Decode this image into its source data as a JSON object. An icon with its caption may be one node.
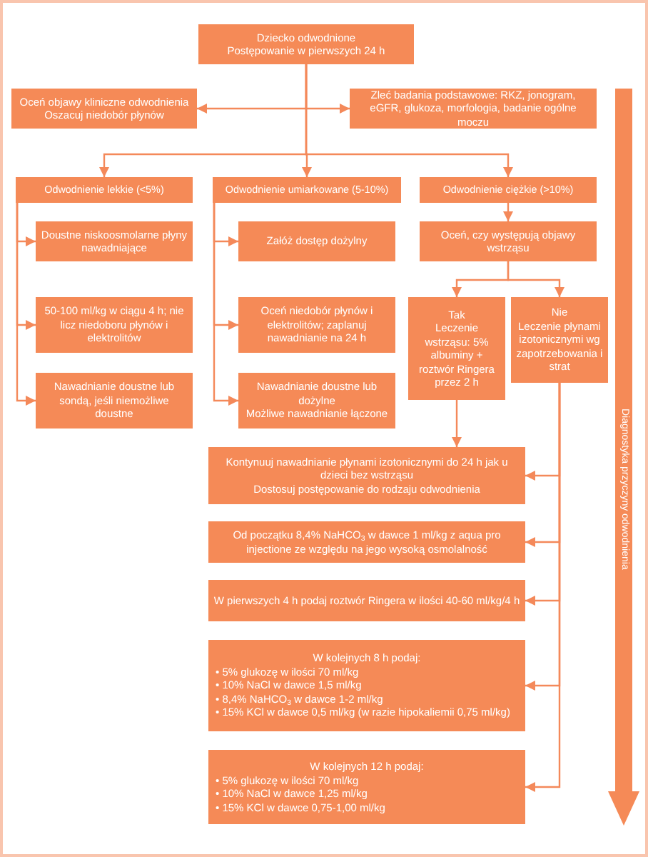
{
  "diagram": {
    "nodes": [
      {
        "text": [
          "Dziecko odwodnione",
          "Postępowanie w pierwszych 24 h"
        ]
      },
      {
        "text": [
          "Oceń objawy kliniczne odwodnienia",
          "Oszacuj niedobór płynów"
        ]
      },
      {
        "text": [
          "Zleć badania podstawowe: RKZ, jonogram, eGFR, glukoza, morfologia, badanie ogólne moczu"
        ]
      },
      {
        "text": [
          "Odwodnienie lekkie (<5%)"
        ]
      },
      {
        "text": [
          "Odwodnienie umiarkowane (5-10%)"
        ]
      },
      {
        "text": [
          "Odwodnienie ciężkie (>10%)"
        ]
      },
      {
        "text": [
          "Doustne niskoosmolarne płyny nawadniające"
        ]
      },
      {
        "text": [
          "50-100 ml/kg w ciągu 4 h; nie licz niedoboru płynów i elektrolitów"
        ]
      },
      {
        "text": [
          "Nawadnianie doustne lub sondą, jeśli niemożliwe doustne"
        ]
      },
      {
        "text": [
          "Załóż dostęp dożylny"
        ]
      },
      {
        "text": [
          "Oceń niedobór płynów i elektrolitów; zaplanuj nawadnianie na 24 h"
        ]
      },
      {
        "text": [
          "Nawadnianie doustne lub dożylne",
          "Możliwe nawadnianie łączone"
        ]
      },
      {
        "text": [
          "Oceń, czy występują objawy wstrząsu"
        ]
      },
      {
        "text": [
          "Tak",
          "Leczenie wstrząsu: 5% albuminy + roztwór Ringera przez 2 h"
        ]
      },
      {
        "text": [
          "Nie",
          "Leczenie płynami izotonicznymi wg zapotrzebowania i strat"
        ]
      },
      {
        "text": [
          "Kontynuuj nawadnianie płynami izotonicznymi do 24 h jak u dzieci bez wstrząsu",
          "Dostosuj postępowanie do rodzaju odwodnienia"
        ]
      },
      {
        "text": [
          "Od początku 8,4% NaHCO$_{3}$ w dawce 1 ml/kg z aqua pro injectione ze względu na jego wysoką osmolalność"
        ]
      },
      {
        "text": [
          "W pierwszych 4 h podaj roztwór Ringera w ilości 40-60 ml/kg/4 h"
        ]
      },
      {
        "text": [
          "W kolejnych 8 h podaj:",
          "• 5% glukozę w ilości 70 ml/kg",
          "• 10% NaCl w dawce 1,5 ml/kg",
          "• 8,4% NaHCO$_{3}$ w dawce 1-2 ml/kg",
          "• 15% KCl w dawce 0,5 ml/kg (w razie hipokaliemii 0,75 ml/kg)"
        ]
      },
      {
        "text": [
          "W kolejnych 12 h podaj:",
          "• 5% glukozę w ilości 70 ml/kg",
          "• 10% NaCl w dawce 1,25 ml/kg",
          "• 15% KCl w dawce 0,75-1,00 ml/kg"
        ]
      }
    ],
    "edges": [
      {
        "from": 0,
        "to": 1,
        "arrow": "to"
      },
      {
        "from": 0,
        "to": 2,
        "arrow": "to"
      },
      {
        "from": 0,
        "to": 3,
        "arrow": "to"
      },
      {
        "from": 0,
        "to": 4,
        "arrow": "to"
      },
      {
        "from": 0,
        "to": 5,
        "arrow": "to"
      },
      {
        "from": 3,
        "to": 6,
        "arrow": "to"
      },
      {
        "from": 3,
        "to": 7,
        "arrow": "to"
      },
      {
        "from": 3,
        "to": 8,
        "arrow": "to"
      },
      {
        "from": 4,
        "to": 9,
        "arrow": "to"
      },
      {
        "from": 4,
        "to": 10,
        "arrow": "to"
      },
      {
        "from": 4,
        "to": 11,
        "arrow": "to"
      },
      {
        "from": 5,
        "to": 12,
        "arrow": "to"
      },
      {
        "from": 12,
        "to": 13,
        "arrow": "to"
      },
      {
        "from": 12,
        "to": 14,
        "arrow": "to"
      },
      {
        "from": 13,
        "to": 15,
        "arrow": "to"
      },
      {
        "from": 14,
        "to": 15,
        "arrow": "to"
      },
      {
        "from": 14,
        "to": 16,
        "arrow": "to"
      },
      {
        "from": 14,
        "to": 17,
        "arrow": "to"
      },
      {
        "from": 14,
        "to": 18,
        "arrow": "to"
      },
      {
        "from": 14,
        "to": 19,
        "arrow": "to"
      }
    ],
    "labels": [
      "Diagnostyka przyczyny odwodnienia"
    ]
  }
}
